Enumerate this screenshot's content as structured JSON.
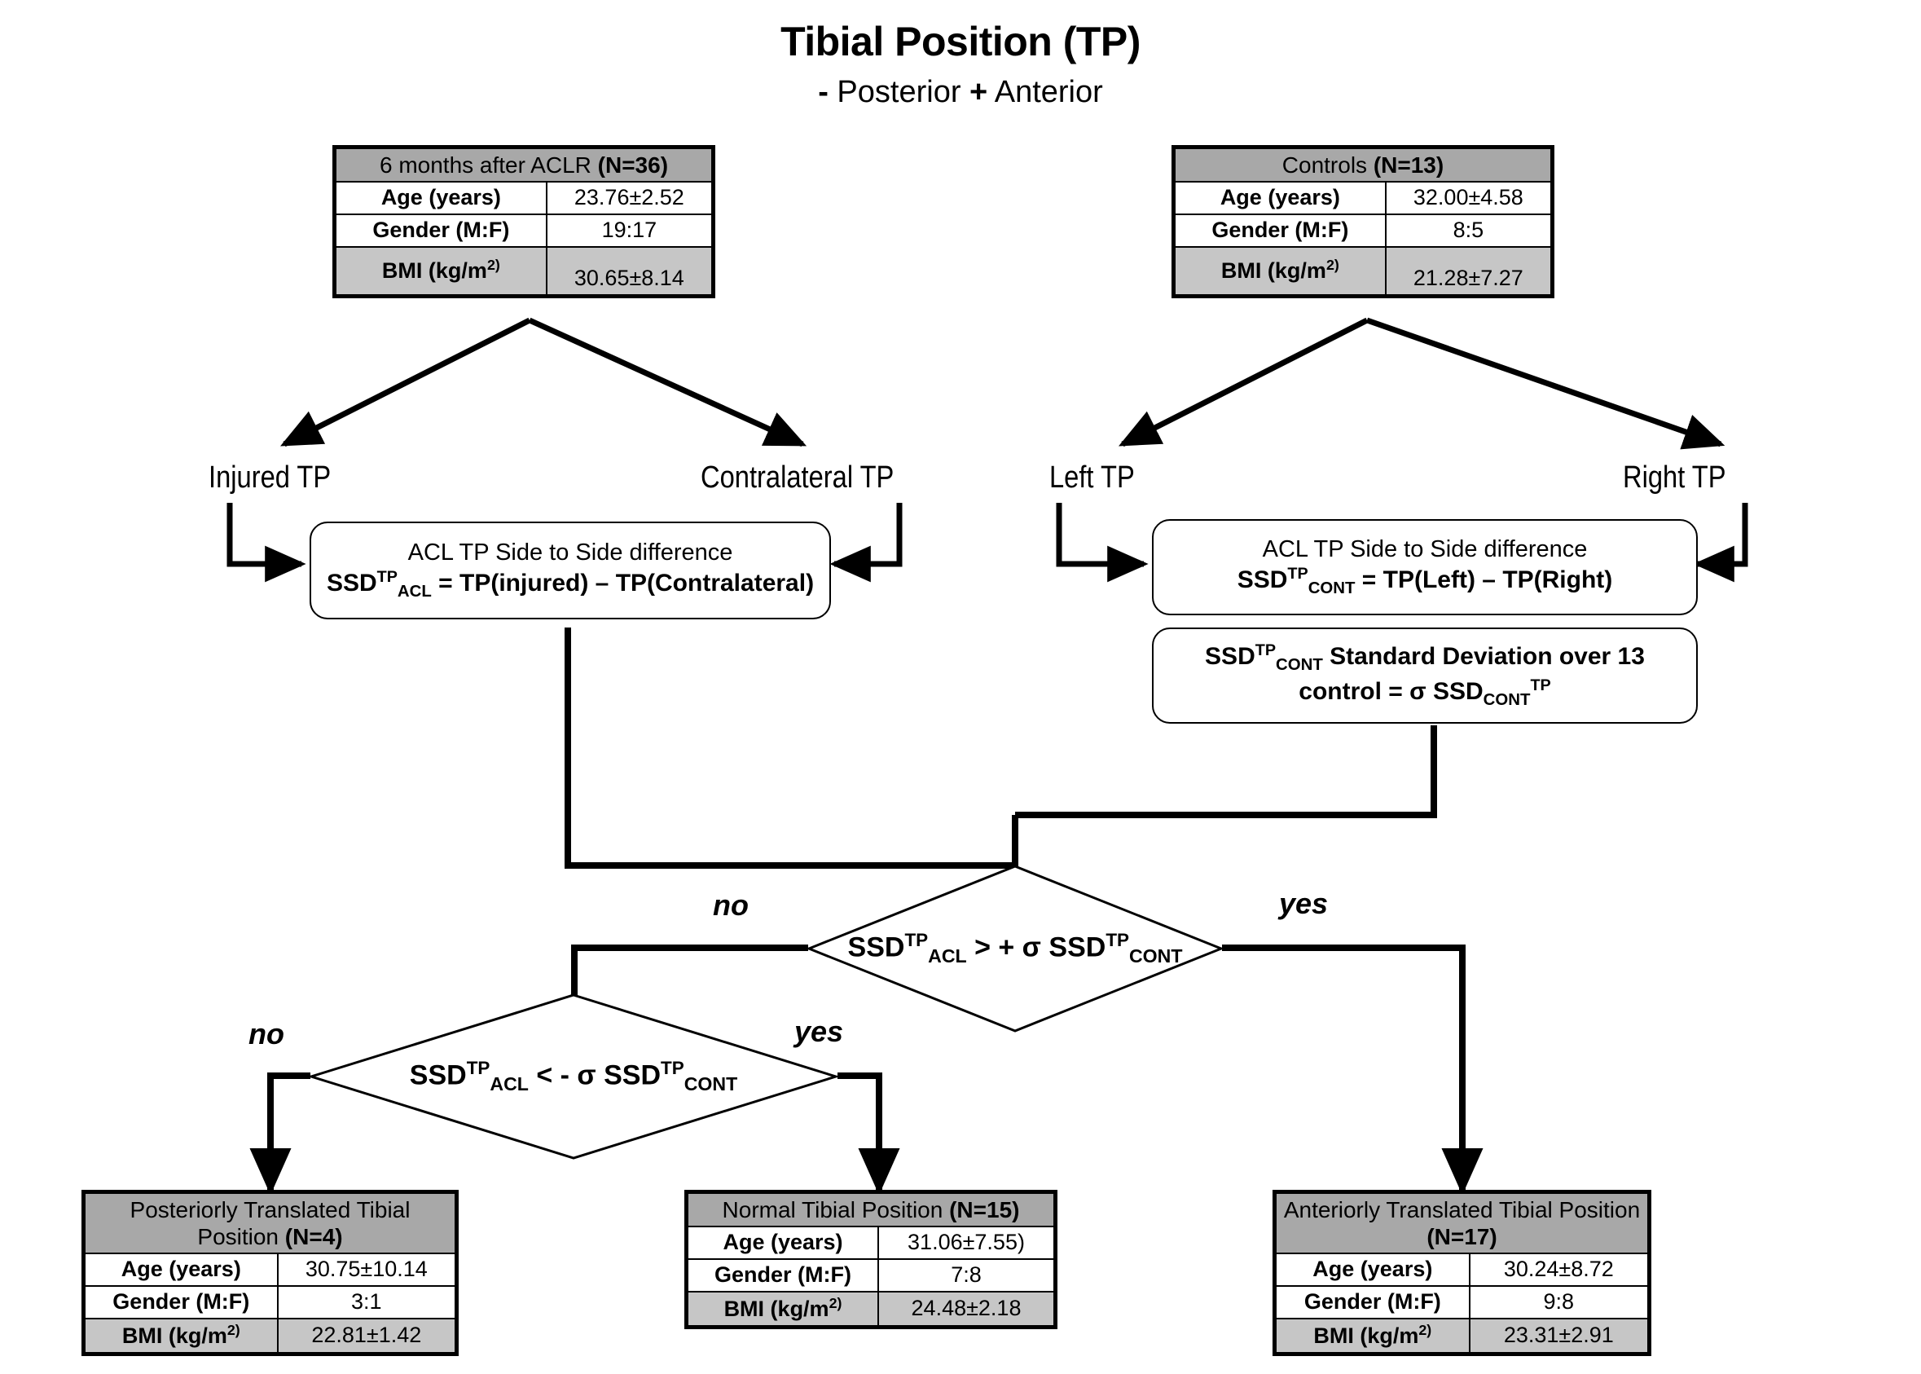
{
  "header": {
    "title": "Tibial Position (TP)",
    "subtitle_minus": "-",
    "subtitle_posterior": "Posterior",
    "subtitle_plus": "+",
    "subtitle_anterior": "Anterior"
  },
  "tables": {
    "aclr": {
      "header_text": "6 months after ACLR ",
      "header_n": "(N=36)",
      "rows": [
        {
          "label": "Age (years)",
          "value": "23.76±2.52"
        },
        {
          "label": "Gender (M:F)",
          "value": "19:17"
        },
        {
          "label": "BMI (kg/m",
          "label_sup": "2)",
          "value": "30.65±8.14"
        }
      ]
    },
    "controls": {
      "header_text": "Controls ",
      "header_n": "(N=13)",
      "rows": [
        {
          "label": "Age (years)",
          "value": "32.00±4.58"
        },
        {
          "label": "Gender (M:F)",
          "value": "8:5"
        },
        {
          "label": "BMI (kg/m",
          "label_sup": "2)",
          "value": "21.28±7.27"
        }
      ]
    },
    "posterior": {
      "header_text": "Posteriorly Translated Tibial Position ",
      "header_n": "(N=4)",
      "rows": [
        {
          "label": "Age (years)",
          "value": "30.75±10.14"
        },
        {
          "label": "Gender (M:F)",
          "value": "3:1"
        },
        {
          "label": "BMI (kg/m",
          "label_sup": "2)",
          "value": "22.81±1.42"
        }
      ]
    },
    "normal": {
      "header_text": "Normal Tibial Position ",
      "header_n": "(N=15)",
      "rows": [
        {
          "label": "Age (years)",
          "value": "31.06±7.55)"
        },
        {
          "label": "Gender (M:F)",
          "value": "7:8"
        },
        {
          "label": "BMI (kg/m",
          "label_sup": "2)",
          "value": "24.48±2.18"
        }
      ]
    },
    "anterior": {
      "header_text": "Anteriorly Translated Tibial Position ",
      "header_n": "(N=17)",
      "rows": [
        {
          "label": "Age (years)",
          "value": "30.24±8.72"
        },
        {
          "label": "Gender (M:F)",
          "value": "9:8"
        },
        {
          "label": "BMI (kg/m",
          "label_sup": "2)",
          "value": "23.31±2.91"
        }
      ]
    }
  },
  "branch_labels": {
    "injured": "Injured TP",
    "contralateral": "Contralateral TP",
    "left": "Left TP",
    "right": "Right TP"
  },
  "process_boxes": {
    "acl_ssd": {
      "line1": "ACL TP Side to Side difference",
      "f_ssd": "SSD",
      "f_sup": "TP",
      "f_sub": "ACL",
      "f_rest": " = TP(injured) – TP(Contralateral)"
    },
    "cont_ssd": {
      "line1": "ACL TP Side to Side difference",
      "f_ssd": "SSD",
      "f_sup": "TP",
      "f_sub": "CONT",
      "f_rest": " = TP(Left) – TP(Right)"
    },
    "sd_box": {
      "l1_ssd": "SSD",
      "l1_sup": "TP",
      "l1_sub": "CONT",
      "l1_rest": " Standard Deviation over 13",
      "l2_pre": "control = σ SSD",
      "l2_sub": "CONT",
      "l2_sup": "TP"
    }
  },
  "decisions": {
    "d1": {
      "t_ssd": "SSD",
      "t_sup": "TP",
      "t_sub": "ACL",
      "t_op": " > + σ ",
      "t_ssd2": "SSD",
      "t_sup2": "TP",
      "t_sub2": "CONT",
      "label_no": "no",
      "label_yes": "yes"
    },
    "d2": {
      "t_ssd": "SSD",
      "t_sup": "TP",
      "t_sub": "ACL",
      "t_op": " < - σ ",
      "t_ssd2": "SSD",
      "t_sup2": "TP",
      "t_sub2": "CONT",
      "label_no": "no",
      "label_yes": "yes"
    }
  },
  "colors": {
    "header_gray": "#a8a8a8",
    "row_gray": "#c6c6c6",
    "line": "#000000",
    "background": "#ffffff"
  }
}
